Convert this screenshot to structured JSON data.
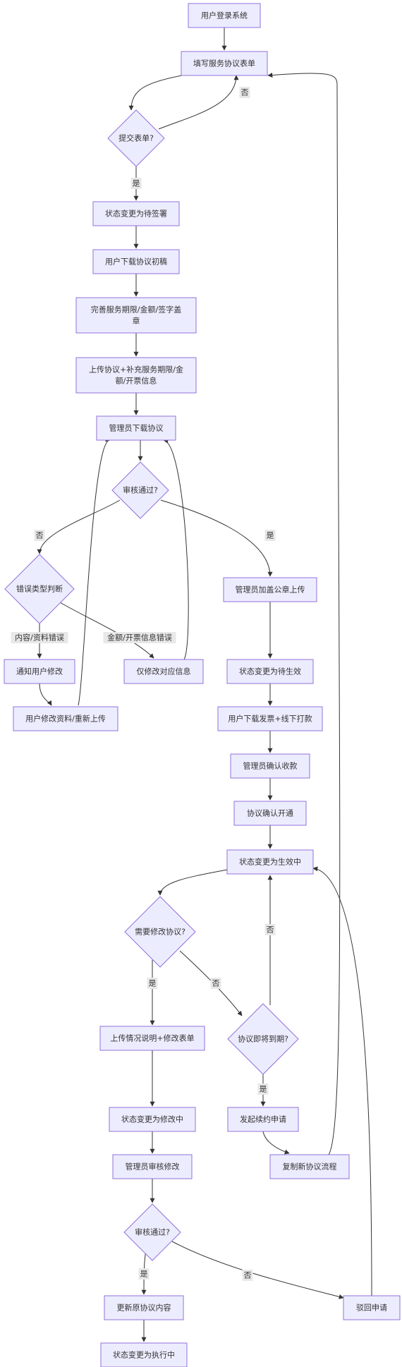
{
  "nodes": {
    "n_login": "用户登录系统",
    "n_fill": "填写服务协议表单",
    "d_submit": "提交表单?",
    "n_pending_sign": "状态变更为待签署",
    "n_download_draft": "用户下载协议初稿",
    "n_complete": [
      "完善服务期限/金额/签字盖",
      "章"
    ],
    "n_upload": [
      "上传协议+补充服务期限/金",
      "额/开票信息"
    ],
    "n_admin_download": "管理员下载协议",
    "d_review1": "审核通过?",
    "d_error_type": "错误类型判断",
    "n_notify_user": "通知用户修改",
    "n_modify_only": "仅修改对应信息",
    "n_user_modify": "用户修改资料/重新上传",
    "n_admin_stamp": "管理员加盖公章上传",
    "n_pending_effect": "状态变更为待生效",
    "n_download_invoice": "用户下载发票+线下打款",
    "n_confirm_payment": "管理员确认收款",
    "n_confirm_open": "协议确认开通",
    "n_in_effect": "状态变更为生效中",
    "d_need_modify": "需要修改协议?",
    "d_expiring": "协议即将到期?",
    "n_upload_explain": "上传情况说明+修改表单",
    "n_renewal": "发起续约申请",
    "n_modifying": "状态变更为修改中",
    "n_copy_flow": "复制新协议流程",
    "n_admin_review_mod": "管理员审核修改",
    "d_review2": "审核通过?",
    "n_update_content": "更新原协议内容",
    "n_reject": "驳回申请",
    "n_executing": "状态变更为执行中"
  },
  "edge_labels": {
    "submit_no": "否",
    "submit_yes": "是",
    "review1_no": "否",
    "review1_yes": "是",
    "error_content": "内容/资料错误",
    "error_amount": "金额/开票信息错误",
    "expiring_no": "否",
    "modify_yes": "是",
    "modify_no": "否",
    "expiring_yes": "是",
    "review2_yes": "是",
    "review2_no": "否"
  },
  "colors": {
    "node_fill": "#ECECFF",
    "node_stroke": "#9370DB",
    "edge": "#333333",
    "label_bg": "#e8e8e8",
    "text": "#333333"
  }
}
